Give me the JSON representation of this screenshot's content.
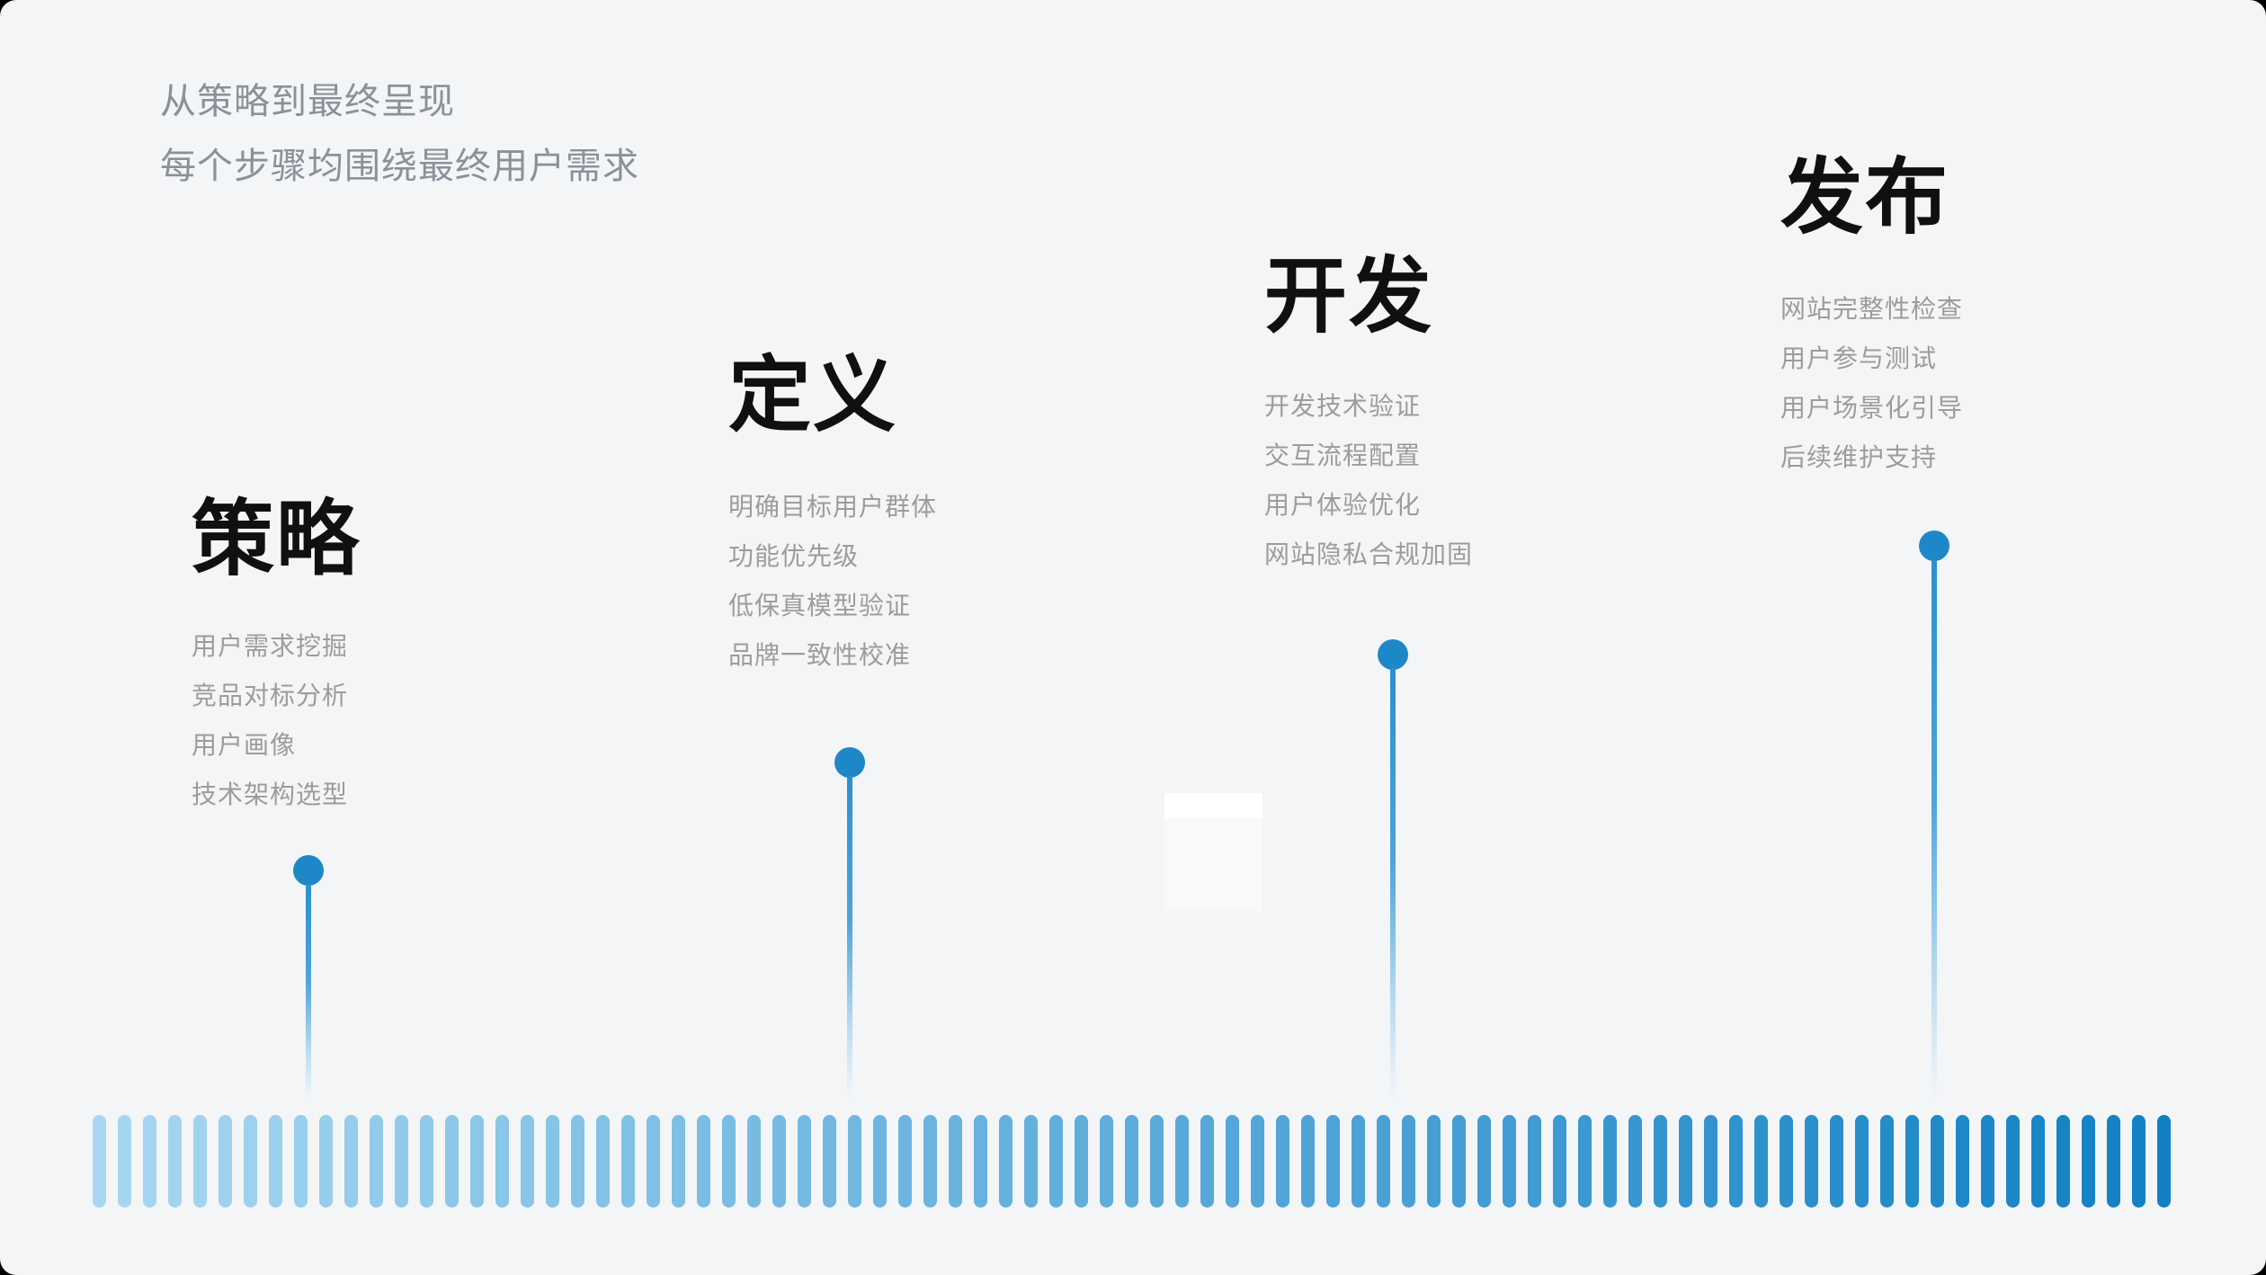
{
  "header": {
    "line1": "从策略到最终呈现",
    "line2": "每个步骤均围绕最终用户需求"
  },
  "stages": [
    {
      "title": "策略",
      "items": [
        "用户需求挖掘",
        "竞品对标分析",
        "用户画像",
        "技术架构选型"
      ]
    },
    {
      "title": "定义",
      "items": [
        "明确目标用户群体",
        "功能优先级",
        "低保真模型验证",
        "品牌一致性校准"
      ]
    },
    {
      "title": "开发",
      "items": [
        "开发技术验证",
        "交互流程配置",
        "用户体验优化",
        "网站隐私合规加固"
      ]
    },
    {
      "title": "发布",
      "items": [
        "网站完整性检查",
        "用户参与测试",
        "用户场景化引导",
        "后续维护支持"
      ]
    }
  ],
  "timeline": {
    "bar_count": 83,
    "color_start": "#a7d7f2",
    "color_end": "#1180c4"
  },
  "colors": {
    "background": "#f4f5f7",
    "title_text": "#101010",
    "item_text": "#9c9c9c",
    "header_text": "#8b9199",
    "dot_blue": "#1e87c8",
    "line_blue": "#2b90ce"
  }
}
